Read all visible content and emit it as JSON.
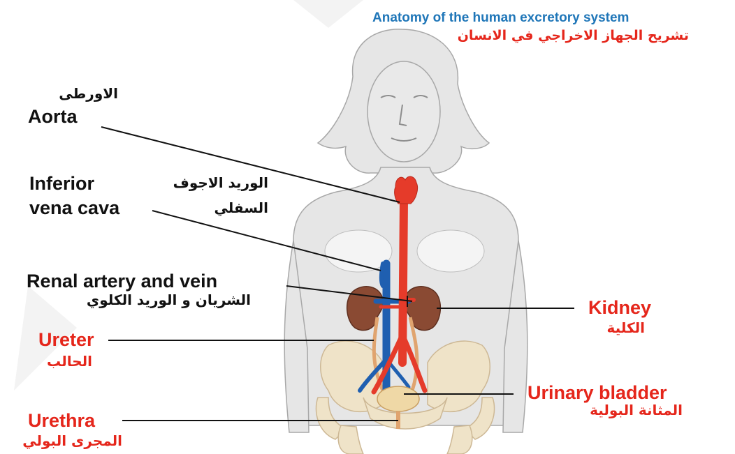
{
  "title": {
    "english": "Anatomy of the human excretory system",
    "arabic": "تشريح الجهاز الاخراجي في الانسان"
  },
  "labels": {
    "aorta": {
      "english": "Aorta",
      "arabic": "الاورطى"
    },
    "ivc": {
      "english_line1": "Inferior",
      "english_line2": "vena cava",
      "arabic_line1": "الوريد الاجوف",
      "arabic_line2": "السفلي"
    },
    "renal": {
      "english": "Renal artery and vein",
      "arabic": "الشريان و الوريد الكلوي"
    },
    "kidney": {
      "english": "Kidney",
      "arabic": "الكلية"
    },
    "ureter": {
      "english": "Ureter",
      "arabic": "الحالب"
    },
    "bladder": {
      "english": "Urinary bladder",
      "arabic": "المثانة البولية"
    },
    "urethra": {
      "english": "Urethra",
      "arabic": "المجرى البولي"
    }
  },
  "colors": {
    "title_blue": "#1f76b8",
    "label_red": "#e5261b",
    "label_black": "#111111",
    "artery_red": "#e53b2a",
    "vein_blue": "#1f5fb0",
    "kidney_brown": "#8a4a33",
    "body_gray": "#e6e6e6",
    "pelvis_bone": "#efe3c8"
  }
}
